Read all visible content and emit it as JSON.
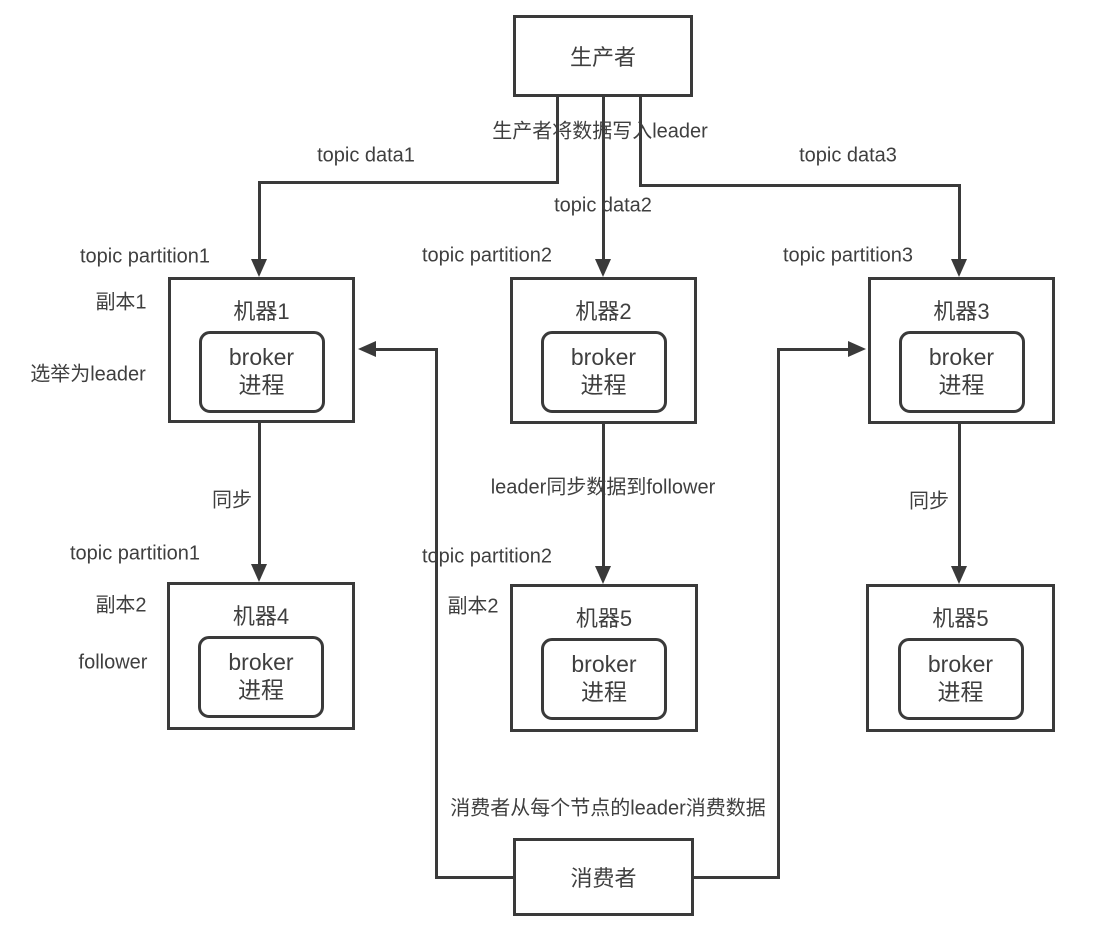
{
  "colors": {
    "line": "#3a3a3a",
    "text": "#3f3f3f",
    "background": "#ffffff"
  },
  "nodes": {
    "producer": {
      "label": "生产者"
    },
    "consumer": {
      "label": "消费者"
    },
    "machines": [
      {
        "name": "机器1",
        "broker_line1": "broker",
        "broker_line2": "进程"
      },
      {
        "name": "机器2",
        "broker_line1": "broker",
        "broker_line2": "进程"
      },
      {
        "name": "机器3",
        "broker_line1": "broker",
        "broker_line2": "进程"
      },
      {
        "name": "机器4",
        "broker_line1": "broker",
        "broker_line2": "进程"
      },
      {
        "name": "机器5",
        "broker_line1": "broker",
        "broker_line2": "进程"
      },
      {
        "name": "机器5",
        "broker_line1": "broker",
        "broker_line2": "进程"
      }
    ]
  },
  "annotations": {
    "write_to_leader": "生产者将数据写入leader",
    "topic_data1": "topic data1",
    "topic_data2": "topic data2",
    "topic_data3": "topic data3",
    "topic_partition1_top": "topic partition1",
    "topic_partition2_top": "topic partition2",
    "topic_partition3_top": "topic partition3",
    "replica1": "副本1",
    "elected_leader": "选举为leader",
    "sync_left": "同步",
    "sync_mid": "leader同步数据到follower",
    "sync_right": "同步",
    "topic_partition1_bottom": "topic partition1",
    "topic_partition2_bottom": "topic partition2",
    "replica2_left": "副本2",
    "replica2_mid": "副本2",
    "follower": "follower",
    "consume_from_leader": "消费者从每个节点的leader消费数据"
  }
}
